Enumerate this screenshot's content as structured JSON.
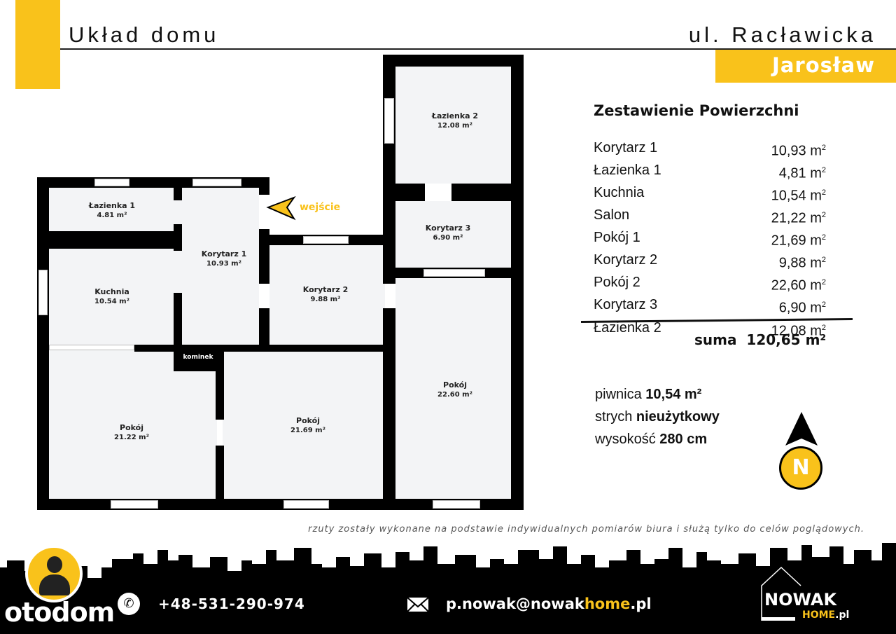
{
  "header": {
    "title": "Układ domu",
    "street": "ul. Racławicka",
    "city": "Jarosław"
  },
  "plan": {
    "rooms": [
      {
        "name": "Łazienka 1",
        "area": "4.81 m²"
      },
      {
        "name": "Korytarz 1",
        "area": "10.93 m²"
      },
      {
        "name": "Kuchnia",
        "area": "10.54 m²"
      },
      {
        "name": "Korytarz 2",
        "area": "9.88 m²"
      },
      {
        "name": "Łazienka 2",
        "area": "12.08 m²"
      },
      {
        "name": "Korytarz 3",
        "area": "6.90 m²"
      },
      {
        "name": "Pokój",
        "area": "21.22 m²"
      },
      {
        "name": "Pokój",
        "area": "21.69 m²"
      },
      {
        "name": "Pokój",
        "area": "22.60 m²"
      }
    ],
    "entrance": "wejście",
    "fireplace": "kominek"
  },
  "summary": {
    "title": "Zestawienie Powierzchni",
    "rows": [
      {
        "name": "Korytarz 1",
        "area": "10,93 m"
      },
      {
        "name": "Łazienka 1",
        "area": "4,81 m"
      },
      {
        "name": "Kuchnia",
        "area": "10,54 m"
      },
      {
        "name": "Salon",
        "area": "21,22 m"
      },
      {
        "name": "Pokój 1",
        "area": "21,69 m"
      },
      {
        "name": "Korytarz 2",
        "area": "9,88 m"
      },
      {
        "name": "Pokój 2",
        "area": "22,60 m"
      },
      {
        "name": "Korytarz 3",
        "area": "6,90 m"
      },
      {
        "name": "Łazienka 2",
        "area": "12,08 m"
      }
    ],
    "sup": "2",
    "sum_label": "suma",
    "sum_value": "120,65 m²"
  },
  "extras": [
    {
      "label": "piwnica",
      "value": "10,54 m²"
    },
    {
      "label": "strych",
      "value": "nieużytkowy"
    },
    {
      "label": "wysokość",
      "value": "280 cm"
    }
  ],
  "compass": "N",
  "disclaimer": "rzuty zostały wykonane na podstawie indywidualnych pomiarów biura i służą tylko do celów poglądowych.",
  "footer": {
    "brand": "otodom",
    "phone": "+48-531-290-974",
    "email_a": "p.nowak@nowak",
    "email_b": "home",
    "email_c": ".pl",
    "logo_top": "NOWAK",
    "logo_home": "HOME",
    "logo_pl": ".pl"
  },
  "colors": {
    "accent": "#f9c21b"
  }
}
